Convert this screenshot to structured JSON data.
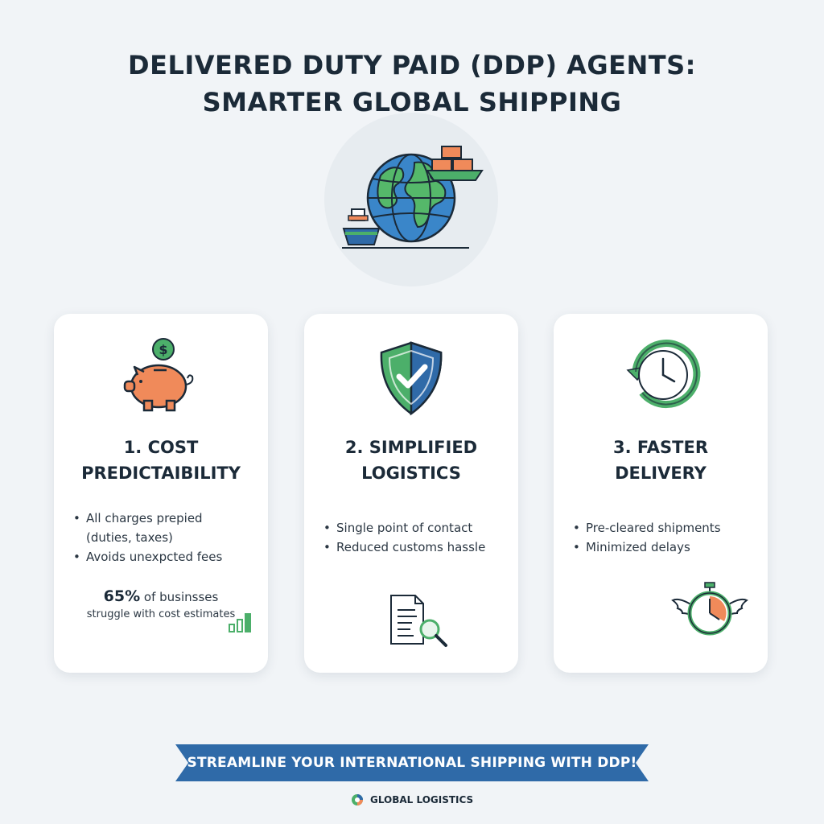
{
  "title": {
    "line1": "DELIVERED DUTY PAID (DDP) AGENTS:",
    "line2": "SMARTER GLOBAL SHIPPING"
  },
  "icons": {
    "hero": "globe-ship-containers-icon",
    "card1": "piggy-bank-icon",
    "card2": "shield-check-icon",
    "card3": "clock-refresh-icon",
    "card2_small": "document-search-icon",
    "card3_small": "winged-stopwatch-icon",
    "footer": "logo-icon"
  },
  "colors": {
    "navy": "#1b2a38",
    "blue": "#2f6aa8",
    "green": "#4caf6a",
    "orange": "#f08a5a"
  },
  "cards": [
    {
      "title_line1": "1. COST",
      "title_line2": "PREDICTAIBILITY",
      "bullets": [
        "All charges prepied",
        "(duties, taxes)",
        "Avoids unexpcted fees"
      ],
      "stat_value": "65%",
      "stat_text": "of businsses",
      "stat_line2": "struggle with cost estimates"
    },
    {
      "title_line1": "2. SIMPLIFIED",
      "title_line2": "LOGISTICS",
      "bullets": [
        "Single point of contact",
        "Reduced customs hassle"
      ]
    },
    {
      "title_line1": "3. FASTER",
      "title_line2": "DELIVERY",
      "bullets": [
        "Pre-cleared shipments",
        "Minimized delays"
      ]
    }
  ],
  "banner": {
    "text": "STREAMLINE YOUR INTERNATIONAL SHIPPING WITH DDP!"
  },
  "footer": {
    "brand": "GLOBAL LOGISTICS"
  }
}
